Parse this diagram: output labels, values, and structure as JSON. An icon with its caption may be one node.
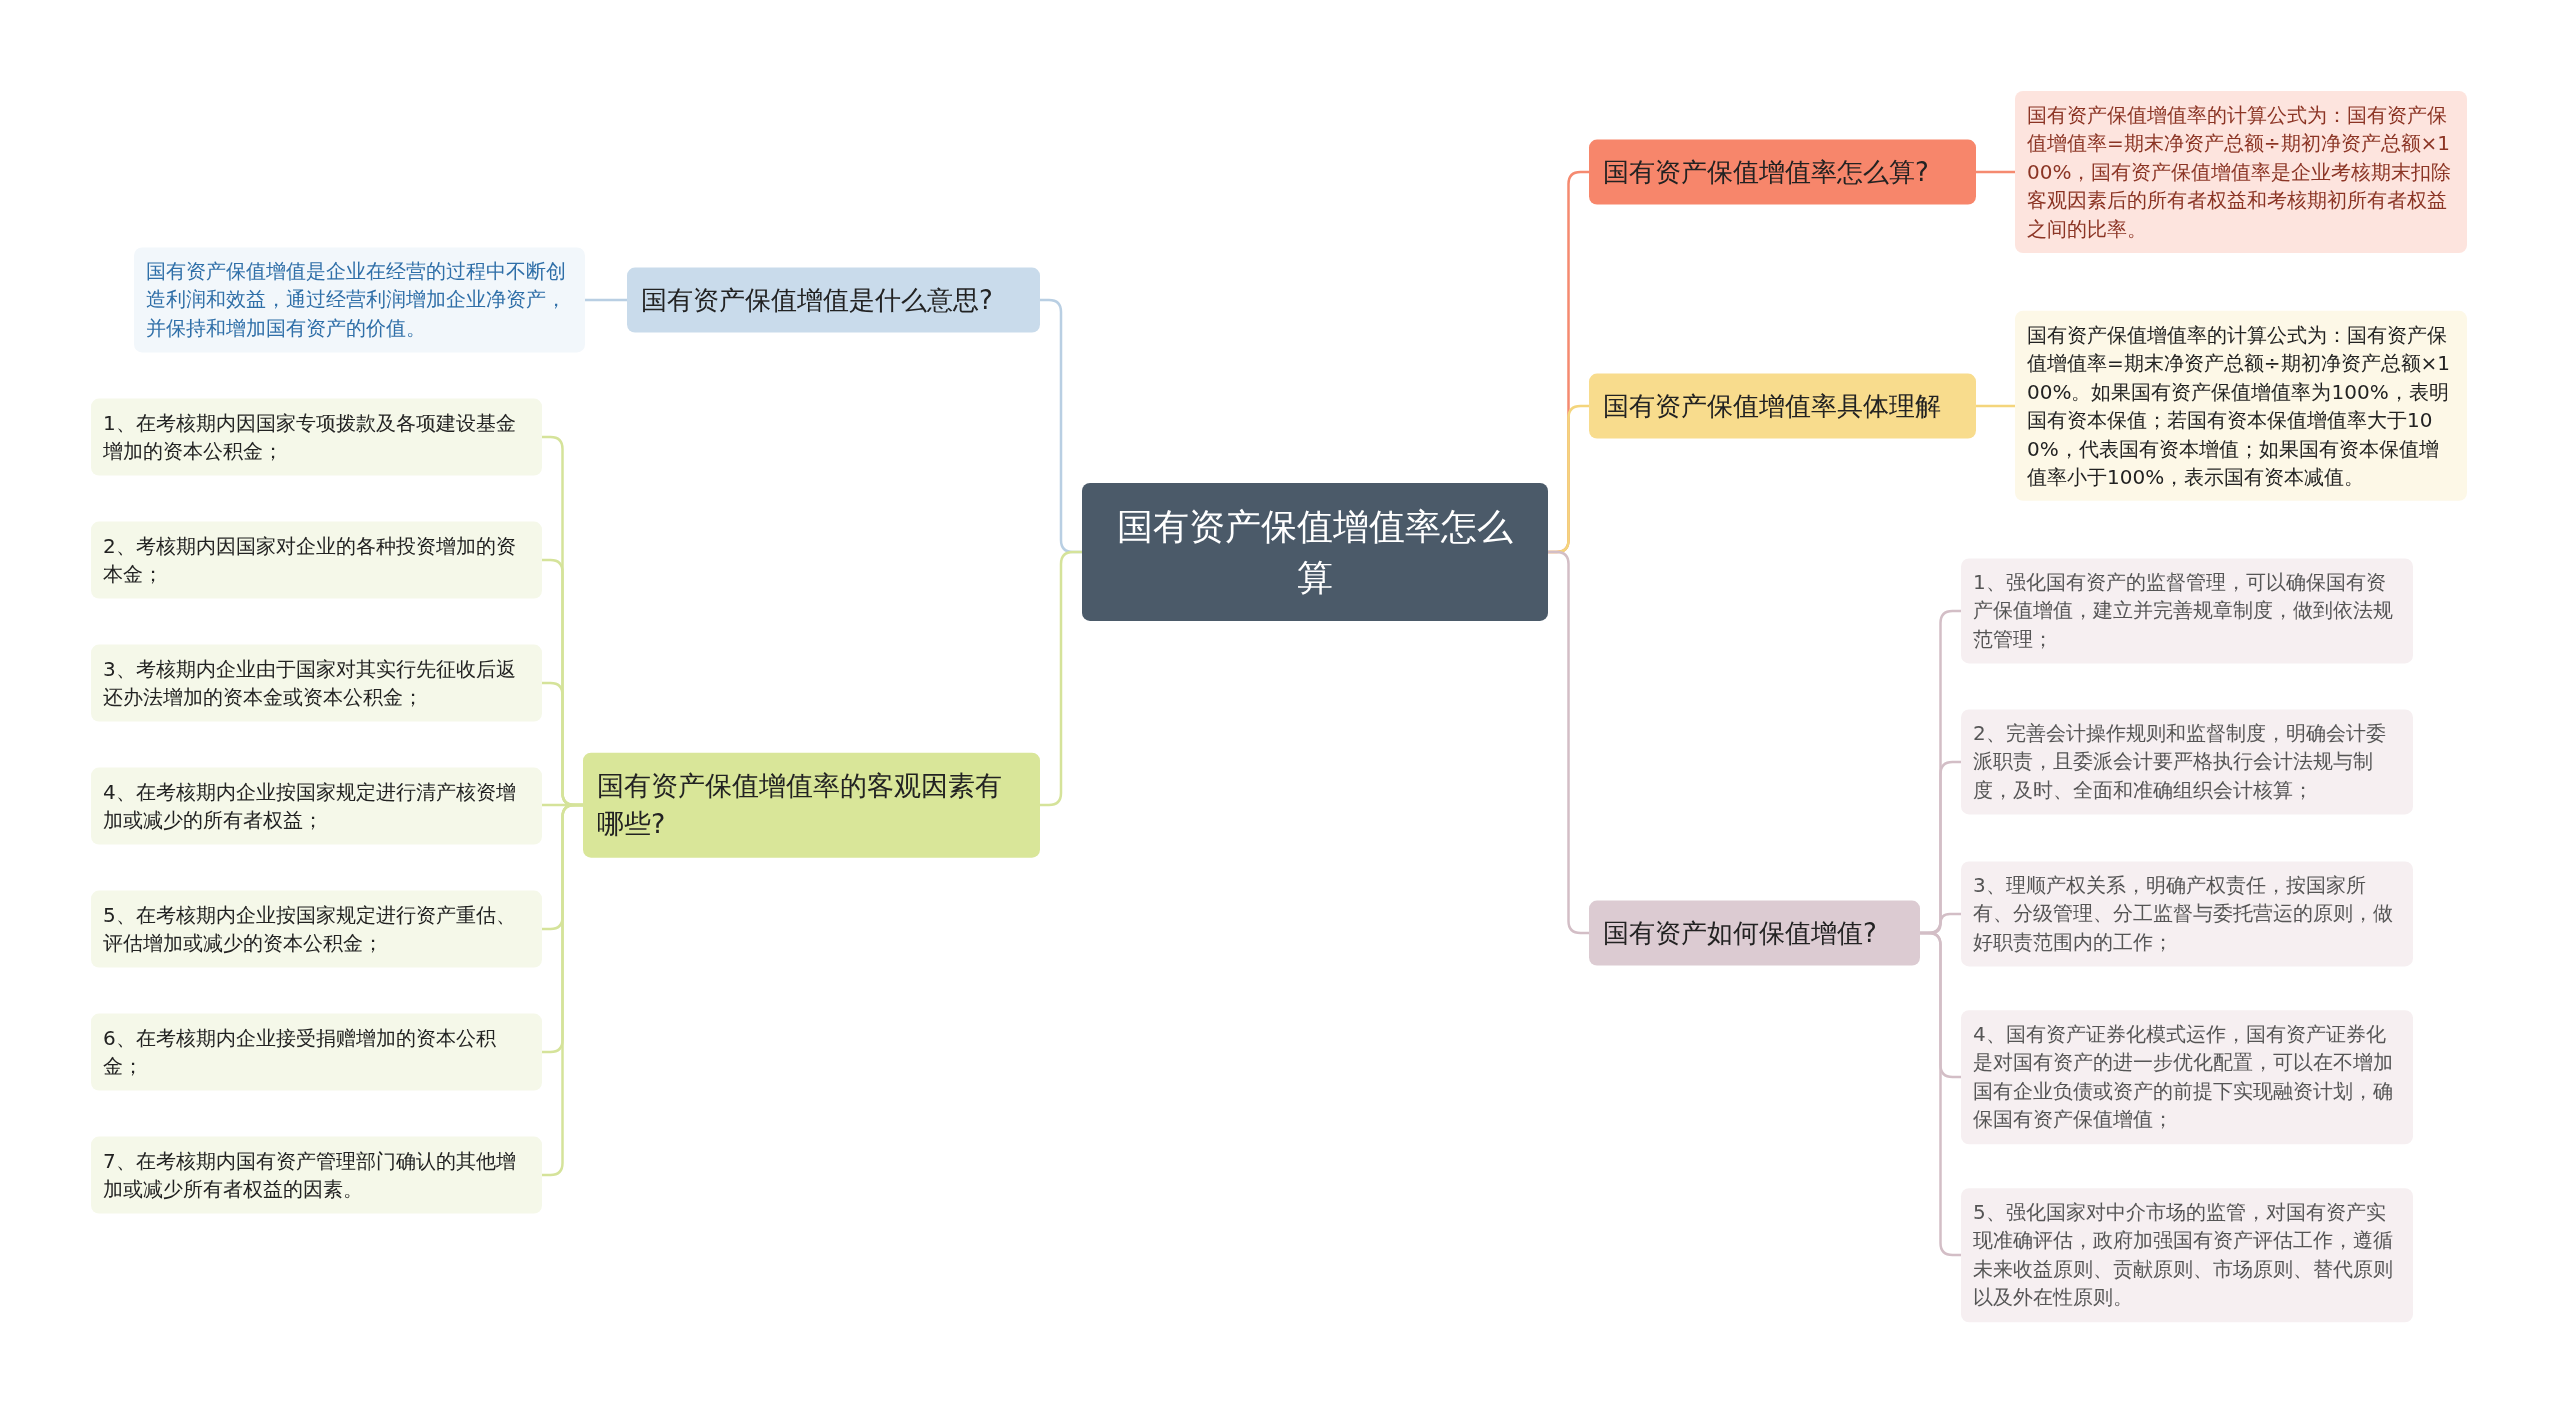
{
  "diagram": {
    "nodes": [
      {
        "text": [
          "国有资产保值增值率怎么算"
        ]
      },
      {
        "text": [
          "国有资产保值增值是什么意思?"
        ]
      },
      {
        "text": [
          "国有资产保值增值是企业在经营的过程中不断创造利润和效益，通过经营利润增加企业净资产，并保持和增加国有资产的价值。"
        ]
      },
      {
        "text": [
          "国有资产保值增值率的客观因素有哪些?"
        ]
      },
      {
        "text": [
          "1、在考核期内因国家专项拨款及各项建设基金增加的资本公积金；"
        ]
      },
      {
        "text": [
          "2、考核期内因国家对企业的各种投资增加的资本金；"
        ]
      },
      {
        "text": [
          "3、考核期内企业由于国家对其实行先征收后返还办法增加的资本金或资本公积金；"
        ]
      },
      {
        "text": [
          "4、在考核期内企业按国家规定进行清产核资增加或减少的所有者权益；"
        ]
      },
      {
        "text": [
          "5、在考核期内企业按国家规定进行资产重估、评估增加或减少的资本公积金；"
        ]
      },
      {
        "text": [
          "6、在考核期内企业接受捐赠增加的资本公积金；"
        ]
      },
      {
        "text": [
          "7、在考核期内国有资产管理部门确认的其他增加或减少所有者权益的因素。"
        ]
      },
      {
        "text": [
          "国有资产保值增值率怎么算?"
        ]
      },
      {
        "text": [
          "国有资产保值增值率的计算公式为：国有资产保值增值率=期末净资产总额÷期初净资产总额×100%，国有资产保值增值率是企业考核期末扣除客观因素后的所有者权益和考核期初所有者权益之间的比率。"
        ]
      },
      {
        "text": [
          "国有资产保值增值率具体理解"
        ]
      },
      {
        "text": [
          "国有资产保值增值率的计算公式为：国有资产保值增值率=期末净资产总额÷期初净资产总额×100%。如果国有资产保值增值率为100%，表明国有资本保值；若国有资本保值增值率大于100%，代表国有资本增值；如果国有资本保值增值率小于100%，表示国有资本减值。"
        ]
      },
      {
        "text": [
          "国有资产如何保值增值?"
        ]
      },
      {
        "text": [
          "1、强化国有资产的监督管理，可以确保国有资产保值增值，建立并完善规章制度，做到依法规范管理；"
        ]
      },
      {
        "text": [
          "2、完善会计操作规则和监督制度，明确会计委派职责，且委派会计要严格执行会计法规与制度，及时、全面和准确组织会计核算；"
        ]
      },
      {
        "text": [
          "3、理顺产权关系，明确产权责任，按国家所有、分级管理、分工监督与委托营运的原则，做好职责范围内的工作；"
        ]
      },
      {
        "text": [
          "4、国有资产证券化模式运作，国有资产证券化是对国有资产的进一步优化配置，可以在不增加国有企业负债或资产的前提下实现融资计划，确保国有资产保值增值；"
        ]
      },
      {
        "text": [
          "5、强化国家对中介市场的监管，对国有资产实现准确评估，政府加强国有资产评估工作，遵循未来收益原则、贡献原则、市场原则、替代原则以及外在性原则。"
        ]
      }
    ],
    "edges": [
      {
        "from": 0,
        "to": 1,
        "arrow": "none",
        "color": "#b9cfe3"
      },
      {
        "from": 1,
        "to": 2,
        "arrow": "none",
        "color": "#b9cfe3"
      },
      {
        "from": 0,
        "to": 3,
        "arrow": "none"
      },
      {
        "from": 3,
        "to": 4,
        "arrow": "none"
      },
      {
        "from": 3,
        "to": 5,
        "arrow": "none"
      },
      {
        "from": 3,
        "to": 6,
        "arrow": "none"
      },
      {
        "from": 3,
        "to": 7,
        "arrow": "none"
      },
      {
        "from": 3,
        "to": 8,
        "arrow": "none"
      },
      {
        "from": 3,
        "to": 9,
        "arrow": "none"
      },
      {
        "from": 3,
        "to": 10,
        "arrow": "none"
      },
      {
        "from": 0,
        "to": 11,
        "arrow": "none",
        "color": "#f58a70"
      },
      {
        "from": 11,
        "to": 12,
        "arrow": "none",
        "color": "#f58a70"
      },
      {
        "from": 0,
        "to": 13,
        "arrow": "none",
        "color": "#f4d57c"
      },
      {
        "from": 13,
        "to": 14,
        "arrow": "none",
        "color": "#f4d57c"
      },
      {
        "from": 0,
        "to": 15,
        "arrow": "none",
        "color": "#d3bec6"
      },
      {
        "from": 15,
        "to": 16,
        "arrow": "none",
        "color": "#d3bec6"
      },
      {
        "from": 15,
        "to": 17,
        "arrow": "none",
        "color": "#d3bec6"
      },
      {
        "from": 15,
        "to": 18,
        "arrow": "none",
        "color": "#d3bec6"
      },
      {
        "from": 15,
        "to": 19,
        "arrow": "none",
        "color": "#d3bec6"
      },
      {
        "from": 15,
        "to": 20,
        "arrow": "none",
        "color": "#d3bec6"
      }
    ]
  }
}
